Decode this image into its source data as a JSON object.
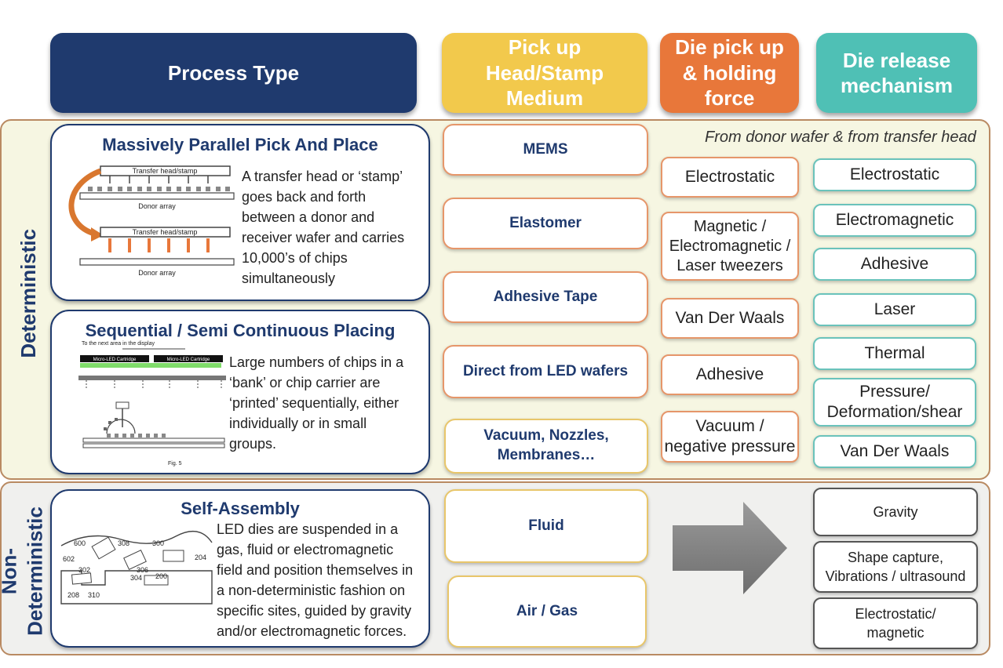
{
  "headers": {
    "process_type": "Process Type",
    "pickup_head": "Pick up Head/Stamp Medium",
    "die_pickup": "Die pick up & holding force",
    "die_release": "Die release mechanism"
  },
  "colors": {
    "process_type": "#1f3a6e",
    "pickup_head": "#f2c94c",
    "die_pickup": "#e8773a",
    "die_release": "#4fc0b5"
  },
  "bands": {
    "deterministic": "Deterministic",
    "non_deterministic": "Non-Deterministic"
  },
  "processes": {
    "parallel": {
      "title": "Massively Parallel Pick And Place",
      "description": "A transfer head or ‘stamp’ goes back and forth between a donor and receiver wafer and carries 10,000’s of chips simultaneously",
      "fig_label_head": "Transfer head/stamp",
      "fig_label_donor": "Donor array"
    },
    "sequential": {
      "title": "Sequential / Semi Continuous Placing",
      "description": "Large numbers of chips in a ‘bank’ or chip carrier are ‘printed’ sequentially, either individually or in small groups.",
      "fig_label_next": "To the next area in the display",
      "fig_label_cart": "Micro-LED Cartridge",
      "fig_label_fig": "Fig. 5"
    },
    "self_assembly": {
      "title": "Self-Assembly",
      "description": "LED dies are suspended in a gas,  fluid or electromagnetic field and position themselves in a non-deterministic fashion on specific sites, guided by gravity and/or electromagnetic forces.",
      "fig_numbers": [
        "600",
        "602",
        "302",
        "310",
        "208",
        "308",
        "300",
        "304",
        "306",
        "200",
        "204"
      ]
    }
  },
  "pickup_media": {
    "deterministic": [
      "MEMS",
      "Elastomer",
      "Adhesive Tape",
      "Direct from LED wafers",
      "Vacuum, Nozzles, Membranes…"
    ],
    "non_deterministic": [
      "Fluid",
      "Air / Gas"
    ]
  },
  "note": "From donor wafer & from transfer head",
  "holding_forces": [
    "Electrostatic",
    "Magnetic / Electromagnetic / Laser tweezers",
    "Van Der Waals",
    "Adhesive",
    "Vacuum / negative pressure"
  ],
  "release_mechanisms": [
    "Electrostatic",
    "Electromagnetic",
    "Adhesive",
    "Laser",
    "Thermal",
    "Pressure/ Deformation/shear",
    "Van Der Waals"
  ],
  "non_det_release": [
    "Gravity",
    "Shape capture, Vibrations / ultrasound",
    "Electrostatic/ magnetic"
  ]
}
